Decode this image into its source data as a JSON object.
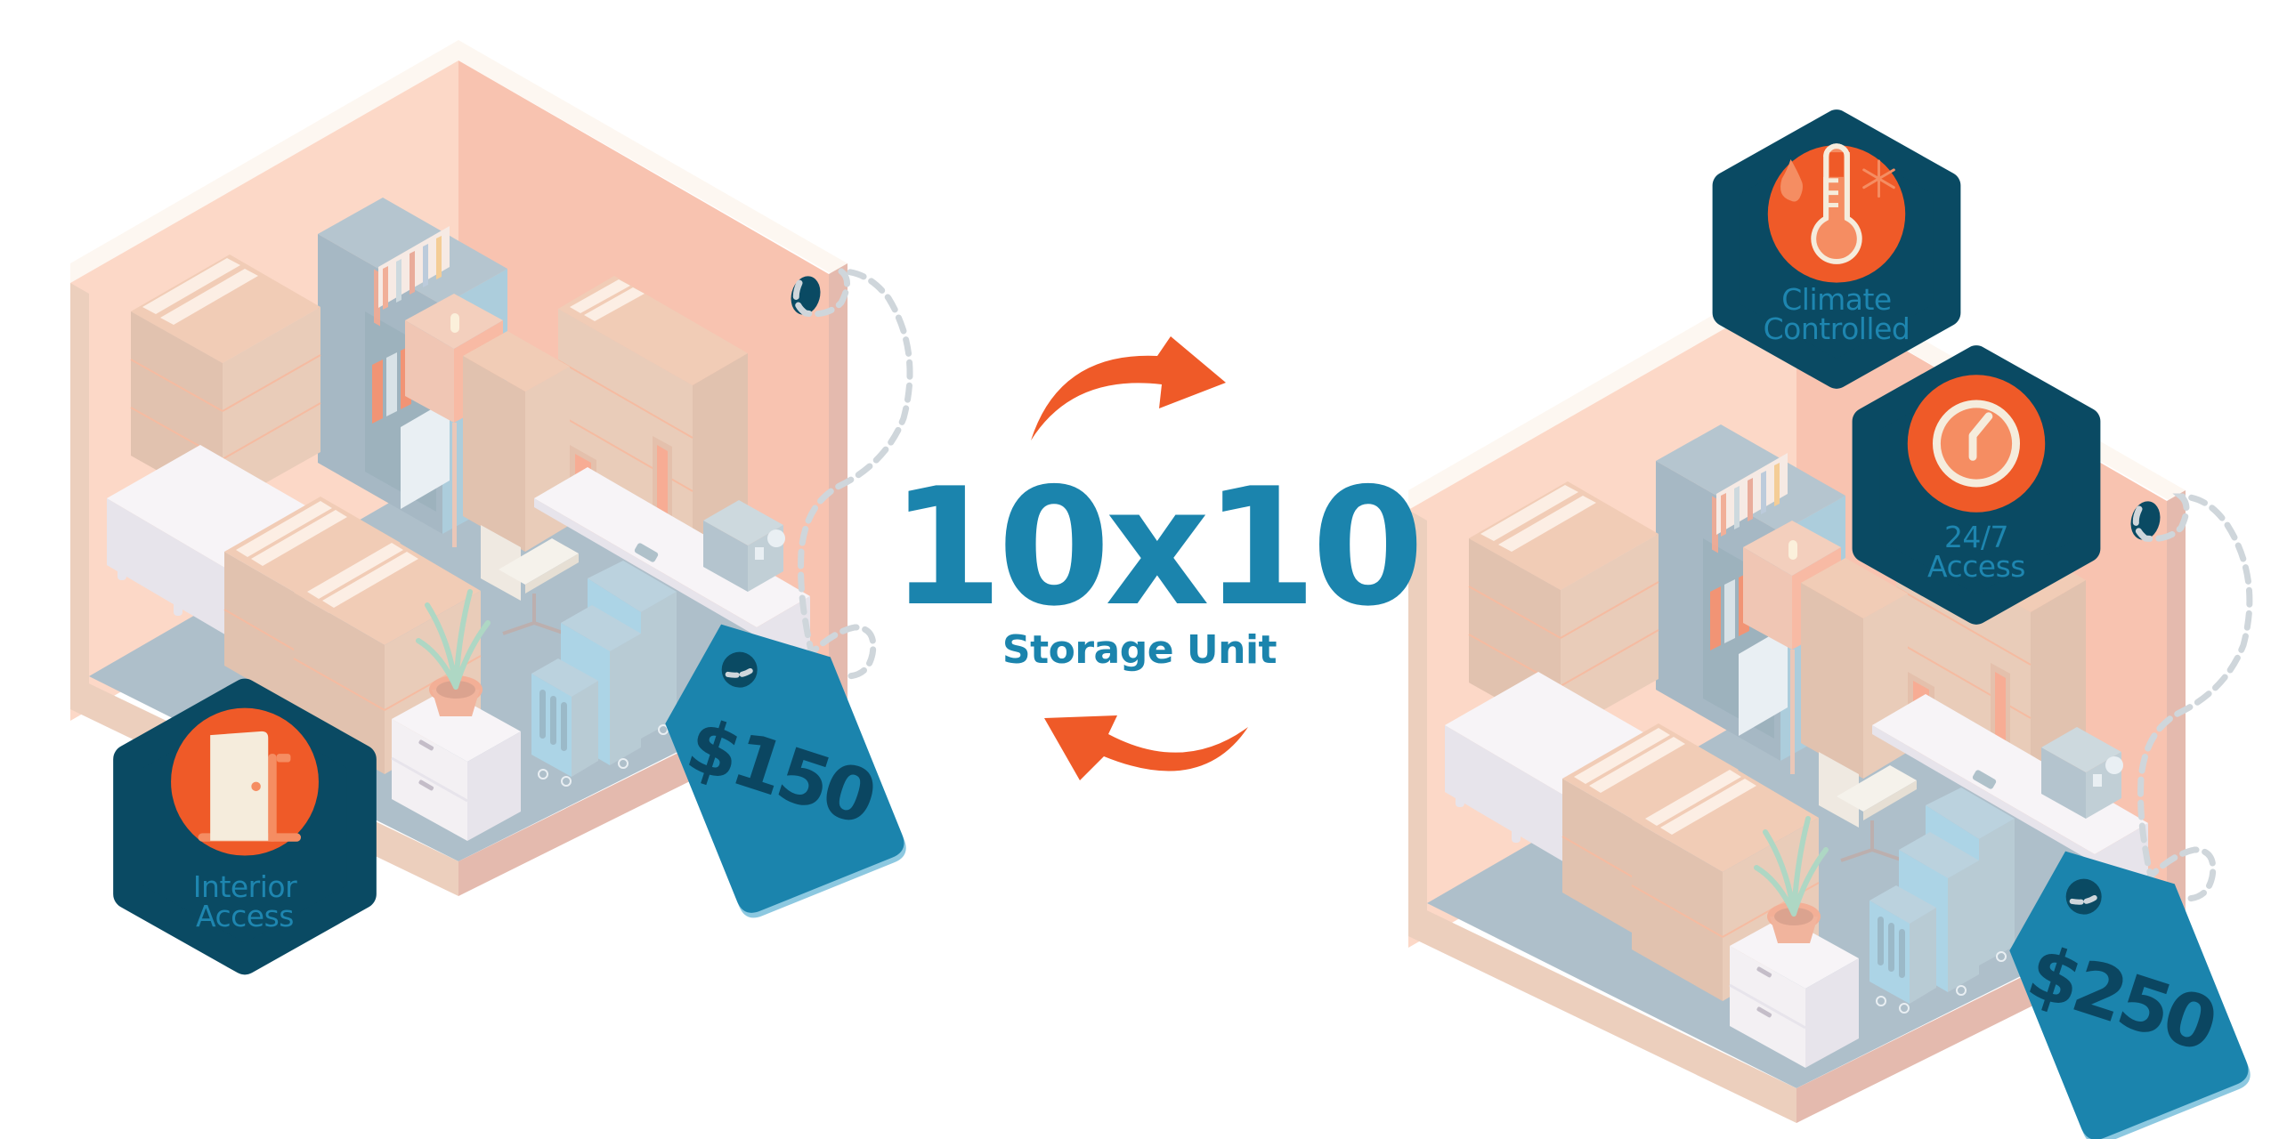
{
  "center": {
    "title": "10x10",
    "subtitle": "Storage Unit",
    "arrows": [
      "clockwise-arrow-top",
      "clockwise-arrow-bottom"
    ]
  },
  "units": [
    {
      "name": "basic-unit",
      "price": "$150",
      "features": [
        {
          "icon": "door-icon",
          "line1": "Interior",
          "line2": "Access"
        }
      ]
    },
    {
      "name": "premium-unit",
      "price": "$250",
      "features": [
        {
          "icon": "thermometer-icon",
          "line1": "Climate",
          "line2": "Controlled"
        },
        {
          "icon": "clock-icon",
          "line1": "24/7",
          "line2": "Access"
        }
      ]
    }
  ],
  "colors": {
    "title_blue": "#1B84AD",
    "badge_navy": "#0A4A63",
    "accent_orange": "#EF5A28",
    "tag_blue": "#1B84AD",
    "tag_text": "#0B4661",
    "wall_left": "#FCD5C3",
    "wall_right": "#F8BEAA",
    "floor": "#A8BAC6"
  }
}
